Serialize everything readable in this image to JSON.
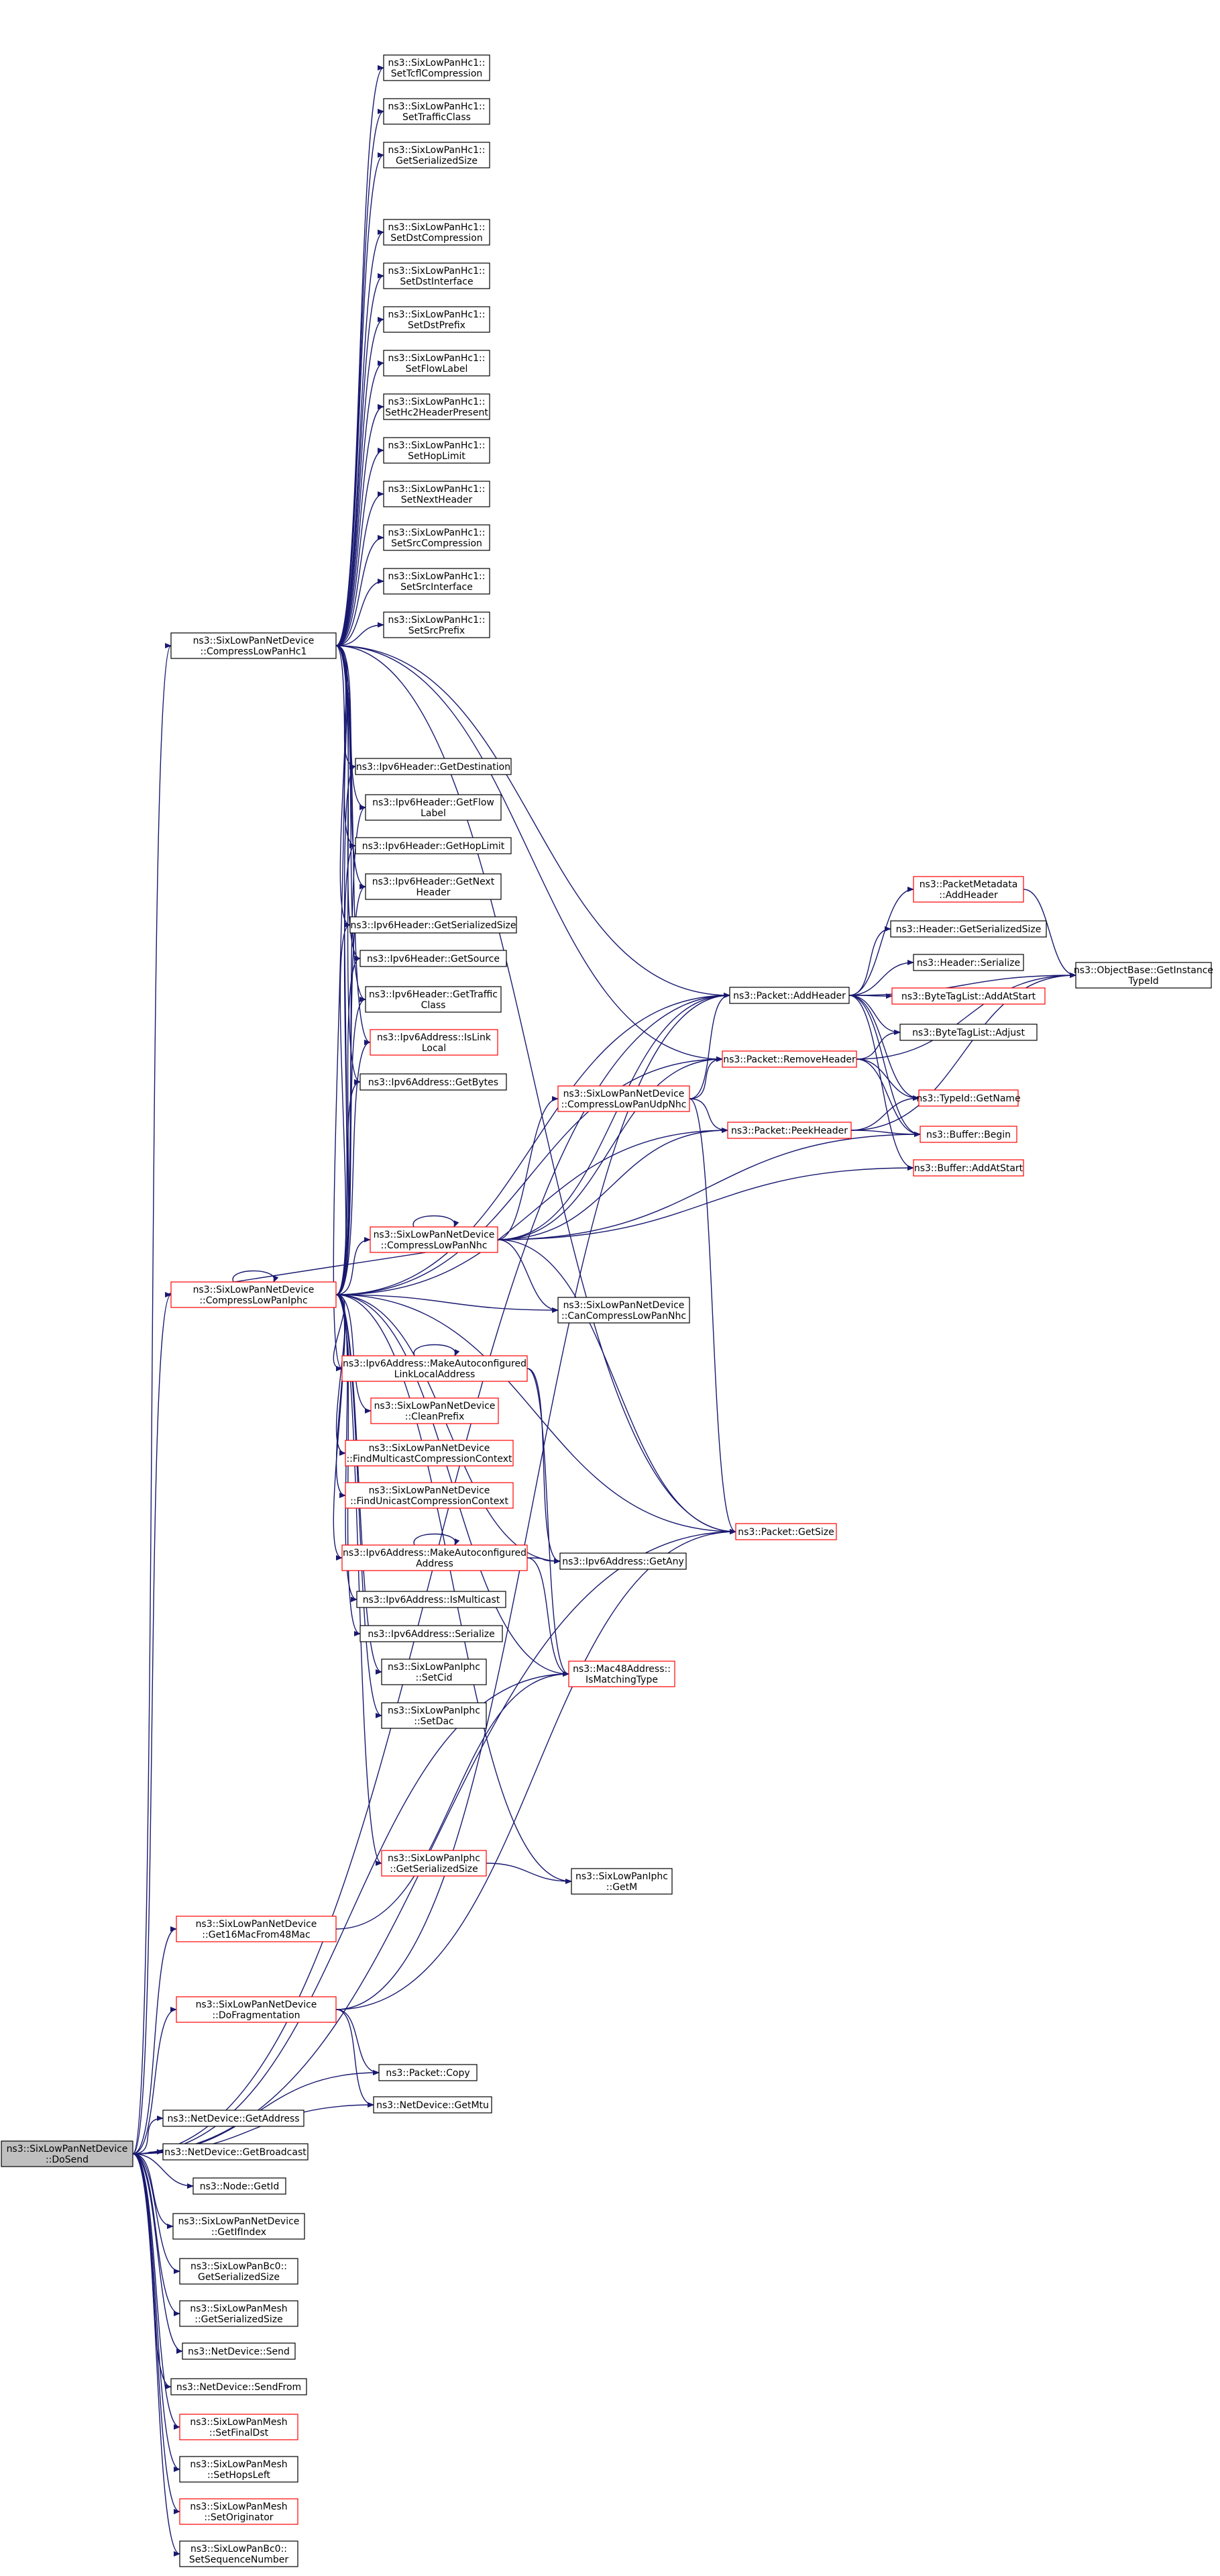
{
  "graph": {
    "colors": {
      "edge": "#191970",
      "box_border": "#000000",
      "box_border_red": "#ff0000",
      "root_fill": "#bfbfbf",
      "fill": "#ffffff"
    },
    "nodes": [
      {
        "id": "dosend",
        "lines": [
          "ns3::SixLowPanNetDevice",
          "::DoSend"
        ],
        "style": "root"
      },
      {
        "id": "hc1",
        "lines": [
          "ns3::SixLowPanNetDevice",
          "::CompressLowPanHc1"
        ],
        "style": "black"
      },
      {
        "id": "iphc",
        "lines": [
          "ns3::SixLowPanNetDevice",
          "::CompressLowPanIphc"
        ],
        "style": "red"
      },
      {
        "id": "get16",
        "lines": [
          "ns3::SixLowPanNetDevice",
          "::Get16MacFrom48Mac"
        ],
        "style": "red"
      },
      {
        "id": "dofrag",
        "lines": [
          "ns3::SixLowPanNetDevice",
          "::DoFragmentation"
        ],
        "style": "red"
      },
      {
        "id": "copy",
        "lines": [
          "ns3::Packet::Copy"
        ],
        "style": "black"
      },
      {
        "id": "getmtu",
        "lines": [
          "ns3::NetDevice::GetMtu"
        ],
        "style": "black"
      },
      {
        "id": "getaddr",
        "lines": [
          "ns3::NetDevice::GetAddress"
        ],
        "style": "black"
      },
      {
        "id": "getbcast",
        "lines": [
          "ns3::NetDevice::GetBroadcast"
        ],
        "style": "black"
      },
      {
        "id": "nodegetid",
        "lines": [
          "ns3::Node::GetId"
        ],
        "style": "black"
      },
      {
        "id": "getifindex",
        "lines": [
          "ns3::SixLowPanNetDevice",
          "::GetIfIndex"
        ],
        "style": "black"
      },
      {
        "id": "bc0size",
        "lines": [
          "ns3::SixLowPanBc0::",
          "GetSerializedSize"
        ],
        "style": "black"
      },
      {
        "id": "meshsize",
        "lines": [
          "ns3::SixLowPanMesh",
          "::GetSerializedSize"
        ],
        "style": "black"
      },
      {
        "id": "ndsend",
        "lines": [
          "ns3::NetDevice::Send"
        ],
        "style": "black"
      },
      {
        "id": "ndsendfrom",
        "lines": [
          "ns3::NetDevice::SendFrom"
        ],
        "style": "black"
      },
      {
        "id": "setfinaldst",
        "lines": [
          "ns3::SixLowPanMesh",
          "::SetFinalDst"
        ],
        "style": "red"
      },
      {
        "id": "sethopsleft",
        "lines": [
          "ns3::SixLowPanMesh",
          "::SetHopsLeft"
        ],
        "style": "black"
      },
      {
        "id": "setoriginator",
        "lines": [
          "ns3::SixLowPanMesh",
          "::SetOriginator"
        ],
        "style": "red"
      },
      {
        "id": "setseq",
        "lines": [
          "ns3::SixLowPanBc0::",
          "SetSequenceNumber"
        ],
        "style": "black"
      },
      {
        "id": "settcfl",
        "lines": [
          "ns3::SixLowPanHc1::",
          "SetTcflCompression"
        ],
        "style": "black"
      },
      {
        "id": "settc",
        "lines": [
          "ns3::SixLowPanHc1::",
          "SetTrafficClass"
        ],
        "style": "black"
      },
      {
        "id": "hc1size",
        "lines": [
          "ns3::SixLowPanHc1::",
          "GetSerializedSize"
        ],
        "style": "black"
      },
      {
        "id": "setdstcomp",
        "lines": [
          "ns3::SixLowPanHc1::",
          "SetDstCompression"
        ],
        "style": "black"
      },
      {
        "id": "setdstif",
        "lines": [
          "ns3::SixLowPanHc1::",
          "SetDstInterface"
        ],
        "style": "black"
      },
      {
        "id": "setdstpfx",
        "lines": [
          "ns3::SixLowPanHc1::",
          "SetDstPrefix"
        ],
        "style": "black"
      },
      {
        "id": "setflow",
        "lines": [
          "ns3::SixLowPanHc1::",
          "SetFlowLabel"
        ],
        "style": "black"
      },
      {
        "id": "sethc2",
        "lines": [
          "ns3::SixLowPanHc1::",
          "SetHc2HeaderPresent"
        ],
        "style": "black"
      },
      {
        "id": "sethoplimit",
        "lines": [
          "ns3::SixLowPanHc1::",
          "SetHopLimit"
        ],
        "style": "black"
      },
      {
        "id": "setnexthdr",
        "lines": [
          "ns3::SixLowPanHc1::",
          "SetNextHeader"
        ],
        "style": "black"
      },
      {
        "id": "setsrccomp",
        "lines": [
          "ns3::SixLowPanHc1::",
          "SetSrcCompression"
        ],
        "style": "black"
      },
      {
        "id": "setsrcif",
        "lines": [
          "ns3::SixLowPanHc1::",
          "SetSrcInterface"
        ],
        "style": "black"
      },
      {
        "id": "setsrcpfx",
        "lines": [
          "ns3::SixLowPanHc1::",
          "SetSrcPrefix"
        ],
        "style": "black"
      },
      {
        "id": "getdest",
        "lines": [
          "ns3::Ipv6Header::GetDestination"
        ],
        "style": "black"
      },
      {
        "id": "getflow",
        "lines": [
          "ns3::Ipv6Header::GetFlow",
          "Label"
        ],
        "style": "black"
      },
      {
        "id": "gethoplimit",
        "lines": [
          "ns3::Ipv6Header::GetHopLimit"
        ],
        "style": "black"
      },
      {
        "id": "getnext",
        "lines": [
          "ns3::Ipv6Header::GetNext",
          "Header"
        ],
        "style": "black"
      },
      {
        "id": "ipv6size",
        "lines": [
          "ns3::Ipv6Header::GetSerializedSize"
        ],
        "style": "black"
      },
      {
        "id": "getsource",
        "lines": [
          "ns3::Ipv6Header::GetSource"
        ],
        "style": "black"
      },
      {
        "id": "gettc",
        "lines": [
          "ns3::Ipv6Header::GetTraffic",
          "Class"
        ],
        "style": "black"
      },
      {
        "id": "islinklocal",
        "lines": [
          "ns3::Ipv6Address::IsLink",
          "Local"
        ],
        "style": "red"
      },
      {
        "id": "getbytes",
        "lines": [
          "ns3::Ipv6Address::GetBytes"
        ],
        "style": "black"
      },
      {
        "id": "nhc",
        "lines": [
          "ns3::SixLowPanNetDevice",
          "::CompressLowPanNhc"
        ],
        "style": "red"
      },
      {
        "id": "udpnhc",
        "lines": [
          "ns3::SixLowPanNetDevice",
          "::CompressLowPanUdpNhc"
        ],
        "style": "red"
      },
      {
        "id": "cancompress",
        "lines": [
          "ns3::SixLowPanNetDevice",
          "::CanCompressLowPanNhc"
        ],
        "style": "black"
      },
      {
        "id": "mkll",
        "lines": [
          "ns3::Ipv6Address::MakeAutoconfigured",
          "LinkLocalAddress"
        ],
        "style": "red"
      },
      {
        "id": "cleanprefix",
        "lines": [
          "ns3::SixLowPanNetDevice",
          "::CleanPrefix"
        ],
        "style": "red"
      },
      {
        "id": "findmc",
        "lines": [
          "ns3::SixLowPanNetDevice",
          "::FindMulticastCompressionContext"
        ],
        "style": "red"
      },
      {
        "id": "finduc",
        "lines": [
          "ns3::SixLowPanNetDevice",
          "::FindUnicastCompressionContext"
        ],
        "style": "red"
      },
      {
        "id": "mkaddr",
        "lines": [
          "ns3::Ipv6Address::MakeAutoconfigured",
          "Address"
        ],
        "style": "red"
      },
      {
        "id": "ismc",
        "lines": [
          "ns3::Ipv6Address::IsMulticast"
        ],
        "style": "black"
      },
      {
        "id": "ipv6ser",
        "lines": [
          "ns3::Ipv6Address::Serialize"
        ],
        "style": "black"
      },
      {
        "id": "setcid",
        "lines": [
          "ns3::SixLowPanIphc",
          "::SetCid"
        ],
        "style": "black"
      },
      {
        "id": "setdac",
        "lines": [
          "ns3::SixLowPanIphc",
          "::SetDac"
        ],
        "style": "black"
      },
      {
        "id": "iphcsize",
        "lines": [
          "ns3::SixLowPanIphc",
          "::GetSerializedSize"
        ],
        "style": "red"
      },
      {
        "id": "getm",
        "lines": [
          "ns3::SixLowPanIphc",
          "::GetM"
        ],
        "style": "black"
      },
      {
        "id": "getany",
        "lines": [
          "ns3::Ipv6Address::GetAny"
        ],
        "style": "black"
      },
      {
        "id": "ismatching",
        "lines": [
          "ns3::Mac48Address::",
          "IsMatchingType"
        ],
        "style": "red"
      },
      {
        "id": "getsize",
        "lines": [
          "ns3::Packet::GetSize"
        ],
        "style": "red"
      },
      {
        "id": "addheader",
        "lines": [
          "ns3::Packet::AddHeader"
        ],
        "style": "black"
      },
      {
        "id": "removeheader",
        "lines": [
          "ns3::Packet::RemoveHeader"
        ],
        "style": "red"
      },
      {
        "id": "peekheader",
        "lines": [
          "ns3::Packet::PeekHeader"
        ],
        "style": "red"
      },
      {
        "id": "pmaddheader",
        "lines": [
          "ns3::PacketMetadata",
          "::AddHeader"
        ],
        "style": "red"
      },
      {
        "id": "hdrsize",
        "lines": [
          "ns3::Header::GetSerializedSize"
        ],
        "style": "black"
      },
      {
        "id": "hdrser",
        "lines": [
          "ns3::Header::Serialize"
        ],
        "style": "black"
      },
      {
        "id": "btladdatstart",
        "lines": [
          "ns3::ByteTagList::AddAtStart"
        ],
        "style": "red"
      },
      {
        "id": "btladjust",
        "lines": [
          "ns3::ByteTagList::Adjust"
        ],
        "style": "black"
      },
      {
        "id": "typeidname",
        "lines": [
          "ns3::TypeId::GetName"
        ],
        "style": "red"
      },
      {
        "id": "bufbegin",
        "lines": [
          "ns3::Buffer::Begin"
        ],
        "style": "red"
      },
      {
        "id": "bufaddatstart",
        "lines": [
          "ns3::Buffer::AddAtStart"
        ],
        "style": "red"
      },
      {
        "id": "getinstance",
        "lines": [
          "ns3::ObjectBase::GetInstance",
          "TypeId"
        ],
        "style": "black"
      }
    ],
    "edges": [
      [
        "dosend",
        "hc1"
      ],
      [
        "dosend",
        "iphc"
      ],
      [
        "dosend",
        "get16"
      ],
      [
        "dosend",
        "dofrag"
      ],
      [
        "dosend",
        "copy"
      ],
      [
        "dosend",
        "getmtu"
      ],
      [
        "dosend",
        "getaddr"
      ],
      [
        "dosend",
        "getbcast"
      ],
      [
        "dosend",
        "nodegetid"
      ],
      [
        "dosend",
        "getifindex"
      ],
      [
        "dosend",
        "bc0size"
      ],
      [
        "dosend",
        "meshsize"
      ],
      [
        "dosend",
        "ndsend"
      ],
      [
        "dosend",
        "ndsendfrom"
      ],
      [
        "dosend",
        "setfinaldst"
      ],
      [
        "dosend",
        "sethopsleft"
      ],
      [
        "dosend",
        "setoriginator"
      ],
      [
        "dosend",
        "setseq"
      ],
      [
        "dosend",
        "addheader"
      ],
      [
        "dosend",
        "getsize"
      ],
      [
        "dosend",
        "ismatching"
      ],
      [
        "hc1",
        "settcfl"
      ],
      [
        "hc1",
        "settc"
      ],
      [
        "hc1",
        "hc1size"
      ],
      [
        "hc1",
        "setdstcomp"
      ],
      [
        "hc1",
        "setdstif"
      ],
      [
        "hc1",
        "setdstpfx"
      ],
      [
        "hc1",
        "setflow"
      ],
      [
        "hc1",
        "sethc2"
      ],
      [
        "hc1",
        "sethoplimit"
      ],
      [
        "hc1",
        "setnexthdr"
      ],
      [
        "hc1",
        "setsrccomp"
      ],
      [
        "hc1",
        "setsrcif"
      ],
      [
        "hc1",
        "setsrcpfx"
      ],
      [
        "hc1",
        "getdest"
      ],
      [
        "hc1",
        "getflow"
      ],
      [
        "hc1",
        "gethoplimit"
      ],
      [
        "hc1",
        "getnext"
      ],
      [
        "hc1",
        "ipv6size"
      ],
      [
        "hc1",
        "getsource"
      ],
      [
        "hc1",
        "gettc"
      ],
      [
        "hc1",
        "islinklocal"
      ],
      [
        "hc1",
        "getbytes"
      ],
      [
        "hc1",
        "mkll"
      ],
      [
        "hc1",
        "addheader"
      ],
      [
        "hc1",
        "removeheader"
      ],
      [
        "hc1",
        "getsize"
      ],
      [
        "iphc",
        "iphc"
      ],
      [
        "iphc",
        "getdest"
      ],
      [
        "iphc",
        "getflow"
      ],
      [
        "iphc",
        "gethoplimit"
      ],
      [
        "iphc",
        "getnext"
      ],
      [
        "iphc",
        "ipv6size"
      ],
      [
        "iphc",
        "getsource"
      ],
      [
        "iphc",
        "gettc"
      ],
      [
        "iphc",
        "islinklocal"
      ],
      [
        "iphc",
        "getbytes"
      ],
      [
        "iphc",
        "nhc"
      ],
      [
        "iphc",
        "cancompress"
      ],
      [
        "iphc",
        "mkll"
      ],
      [
        "iphc",
        "cleanprefix"
      ],
      [
        "iphc",
        "findmc"
      ],
      [
        "iphc",
        "finduc"
      ],
      [
        "iphc",
        "mkaddr"
      ],
      [
        "iphc",
        "ismc"
      ],
      [
        "iphc",
        "ipv6ser"
      ],
      [
        "iphc",
        "setcid"
      ],
      [
        "iphc",
        "setdac"
      ],
      [
        "iphc",
        "iphcsize"
      ],
      [
        "iphc",
        "getm"
      ],
      [
        "iphc",
        "getany"
      ],
      [
        "iphc",
        "ismatching"
      ],
      [
        "iphc",
        "getsize"
      ],
      [
        "iphc",
        "addheader"
      ],
      [
        "iphc",
        "removeheader"
      ],
      [
        "iphc",
        "peekheader"
      ],
      [
        "nhc",
        "nhc"
      ],
      [
        "nhc",
        "iphc"
      ],
      [
        "nhc",
        "udpnhc"
      ],
      [
        "nhc",
        "cancompress"
      ],
      [
        "nhc",
        "addheader"
      ],
      [
        "nhc",
        "removeheader"
      ],
      [
        "nhc",
        "peekheader"
      ],
      [
        "nhc",
        "getsize"
      ],
      [
        "nhc",
        "bufbegin"
      ],
      [
        "nhc",
        "bufaddatstart"
      ],
      [
        "udpnhc",
        "addheader"
      ],
      [
        "udpnhc",
        "removeheader"
      ],
      [
        "udpnhc",
        "peekheader"
      ],
      [
        "udpnhc",
        "getsize"
      ],
      [
        "mkll",
        "mkll"
      ],
      [
        "mkll",
        "getany"
      ],
      [
        "mkll",
        "ismatching"
      ],
      [
        "mkaddr",
        "mkaddr"
      ],
      [
        "mkaddr",
        "getany"
      ],
      [
        "mkaddr",
        "ismatching"
      ],
      [
        "iphcsize",
        "getm"
      ],
      [
        "get16",
        "ismatching"
      ],
      [
        "dofrag",
        "copy"
      ],
      [
        "dofrag",
        "getmtu"
      ],
      [
        "dofrag",
        "addheader"
      ],
      [
        "dofrag",
        "getsize"
      ],
      [
        "addheader",
        "pmaddheader"
      ],
      [
        "addheader",
        "hdrsize"
      ],
      [
        "addheader",
        "hdrser"
      ],
      [
        "addheader",
        "btladdatstart"
      ],
      [
        "addheader",
        "btladjust"
      ],
      [
        "addheader",
        "typeidname"
      ],
      [
        "addheader",
        "bufbegin"
      ],
      [
        "addheader",
        "bufaddatstart"
      ],
      [
        "addheader",
        "getinstance"
      ],
      [
        "removeheader",
        "btladjust"
      ],
      [
        "removeheader",
        "typeidname"
      ],
      [
        "removeheader",
        "bufbegin"
      ],
      [
        "removeheader",
        "getinstance"
      ],
      [
        "peekheader",
        "typeidname"
      ],
      [
        "peekheader",
        "bufbegin"
      ],
      [
        "peekheader",
        "getinstance"
      ],
      [
        "pmaddheader",
        "getinstance"
      ]
    ]
  }
}
